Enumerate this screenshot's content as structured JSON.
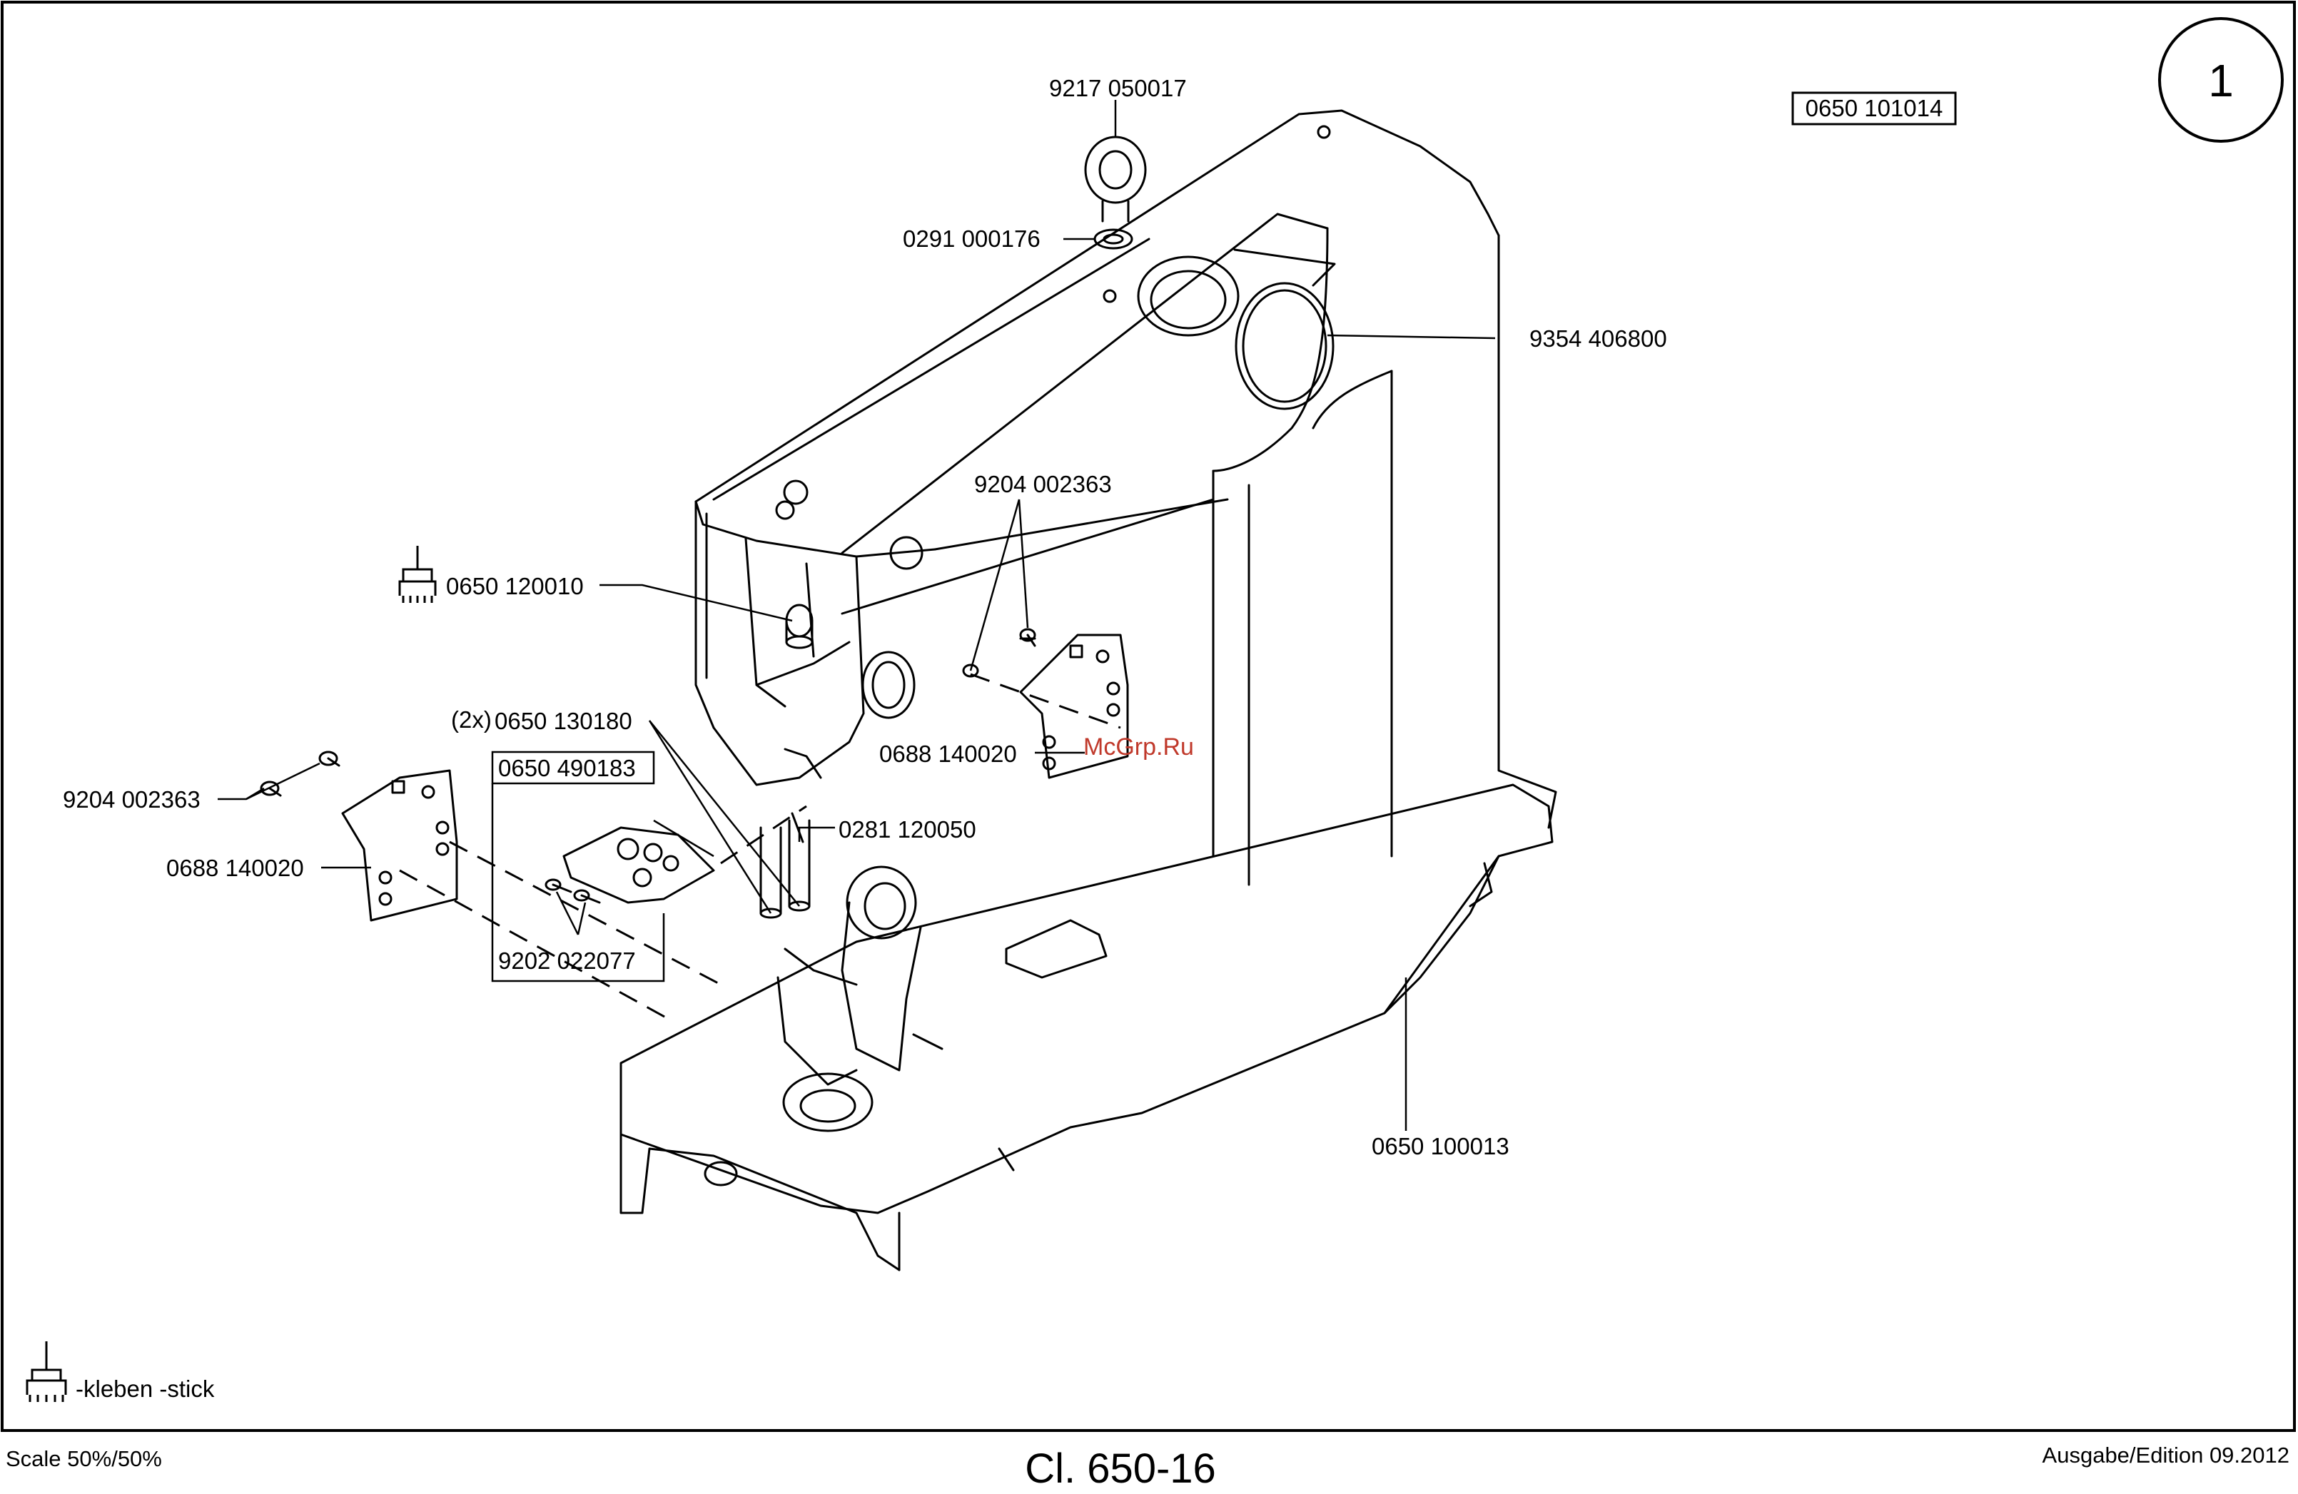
{
  "page": {
    "sheet_number": "1",
    "assembly_ref": "0650 101014",
    "class_title": "Cl. 650-16",
    "scale": "Scale 50%/50%",
    "edition": "Ausgabe/Edition 09.2012",
    "watermark": "McGrp.Ru"
  },
  "legend": {
    "glue_text": "-kleben -stick",
    "icon": "glue-brush-icon"
  },
  "parts": {
    "eye_bolt": "9217 050017",
    "washer": "0291 000176",
    "ring": "9354 406800",
    "screw_right": "9204 002363",
    "bushing_glued": "0650 120010",
    "bar_qty": "(2x)",
    "bar": "0650 130180",
    "group_box": "0650 490183",
    "plate_right": "0688 140020",
    "screw_left": "9204 002363",
    "pin": "0281 120050",
    "plate_left": "0688 140020",
    "screw_small": "9202 022077",
    "housing": "0650 100013"
  },
  "colors": {
    "line": "#000000",
    "watermark": "#c0392b"
  }
}
